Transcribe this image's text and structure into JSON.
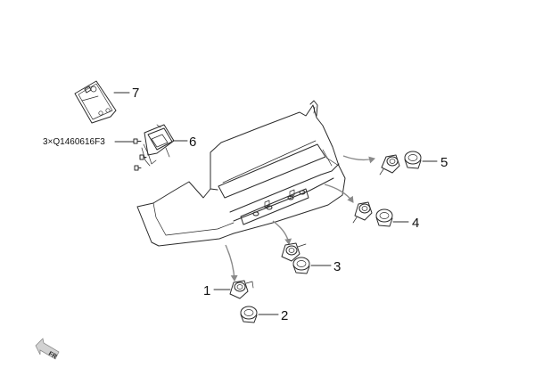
{
  "callouts": {
    "c1": "1",
    "c2": "2",
    "c3": "3",
    "c4": "4",
    "c5": "5",
    "c6": "6",
    "c7": "7"
  },
  "fastener_code": "3×Q1460616F3",
  "orientation_label": "FR",
  "colors": {
    "line": "#2b2b2b",
    "arrow": "#8a8a8a",
    "orientation_arrow": "#d2d2d2"
  }
}
